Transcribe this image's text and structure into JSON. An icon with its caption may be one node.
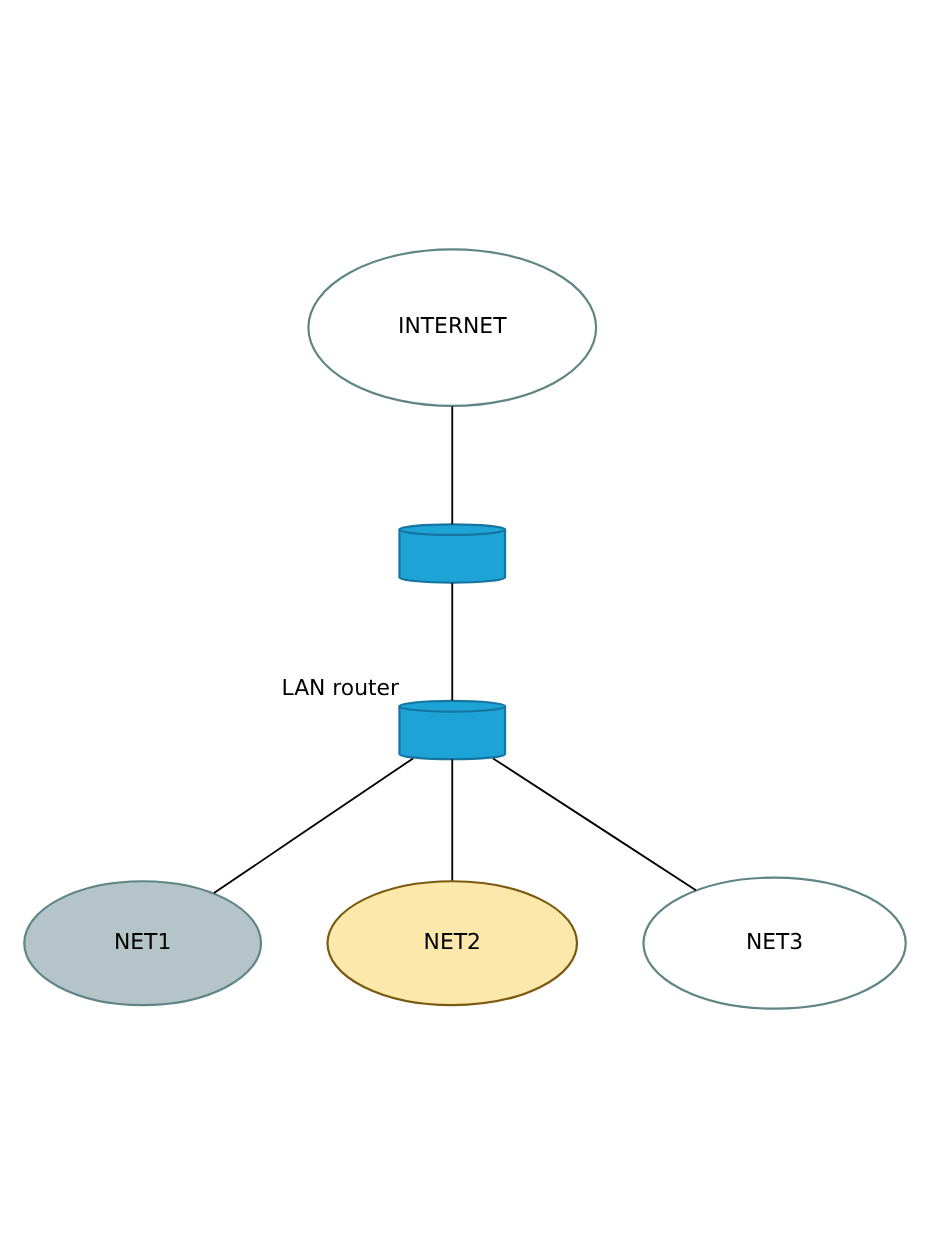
{
  "diagram": {
    "nodes": [
      {
        "text": [
          "INTERNET"
        ]
      },
      {
        "text": [],
        "shape": "cylinder"
      },
      {
        "text": [],
        "shape": "cylinder",
        "beside": [
          "LAN router"
        ]
      },
      {
        "text": [
          "NET1"
        ]
      },
      {
        "text": [
          "NET2"
        ]
      },
      {
        "text": [
          "NET3"
        ]
      }
    ],
    "edges": [
      {
        "from": 0,
        "to": 1,
        "arrow": "none"
      },
      {
        "from": 1,
        "to": 2,
        "arrow": "none"
      },
      {
        "from": 2,
        "to": 3,
        "arrow": "none"
      },
      {
        "from": 2,
        "to": 4,
        "arrow": "none"
      },
      {
        "from": 2,
        "to": 5,
        "arrow": "none"
      }
    ]
  }
}
